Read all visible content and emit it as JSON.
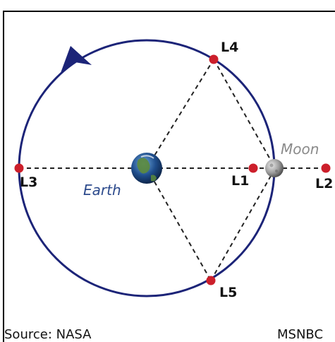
{
  "labels": {
    "l4": "L4",
    "l5": "L5",
    "l3": "L3",
    "l1": "L1",
    "l2": "L2",
    "earth": "Earth",
    "moon": "Moon"
  },
  "footer": {
    "source": "Source: NASA",
    "credit": "MSNBC"
  },
  "colors": {
    "orbit": "#1c2478",
    "lagrange_point": "#cc1f2b",
    "earth_label": "#2c4a8c",
    "moon_label": "#8a8a8a",
    "border": "#000000"
  },
  "icons": {
    "earth": "earth-icon",
    "moon": "moon-icon",
    "orbit_direction": "orbit-direction-arrow-icon"
  }
}
